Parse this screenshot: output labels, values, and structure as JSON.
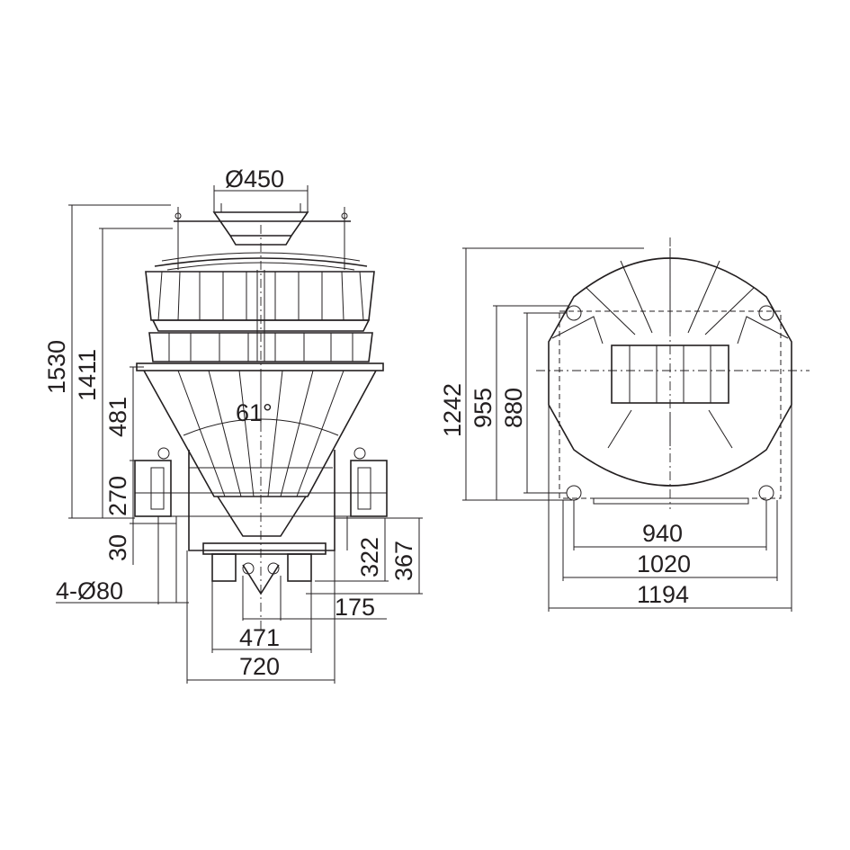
{
  "front_view": {
    "dim_hopper": "Ø450",
    "dim_height_total": "1530",
    "dim_height_frame": "1411",
    "dim_cone": "481",
    "dim_base": "270",
    "dim_foot": "30",
    "dim_holes": "4-Ø80",
    "dim_chute_a": "322",
    "dim_chute_b": "367",
    "dim_outlet": "175",
    "dim_width_inner": "471",
    "dim_width_base": "720",
    "angle": "61°"
  },
  "top_view": {
    "dim_depth_total": "1242",
    "dim_depth_frame": "955",
    "dim_depth_holes": "880",
    "dim_width_holes": "940",
    "dim_width_frame": "1020",
    "dim_width_total": "1194"
  }
}
